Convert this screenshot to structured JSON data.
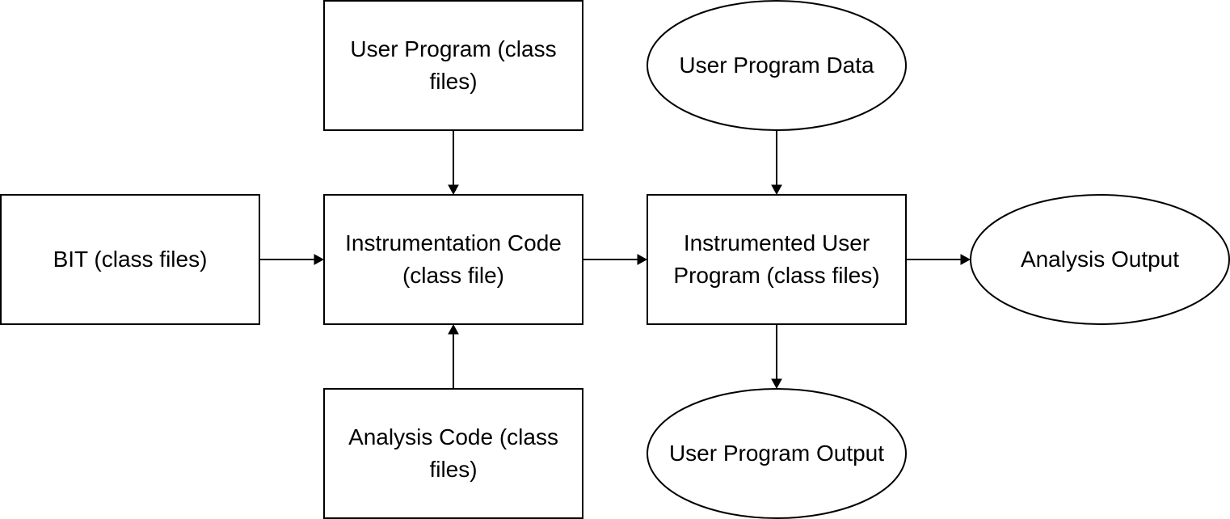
{
  "nodes": {
    "user_program": "User Program (class files)",
    "user_program_data": "User Program Data",
    "bit": "BIT (class files)",
    "instrumentation_code": "Instrumentation Code (class file)",
    "instrumented_user_program": "Instrumented User Program (class files)",
    "analysis_output": "Analysis Output",
    "analysis_code": "Analysis Code (class files)",
    "user_program_output": "User Program Output"
  },
  "edges": [
    {
      "from": "user_program",
      "to": "instrumentation_code"
    },
    {
      "from": "bit",
      "to": "instrumentation_code"
    },
    {
      "from": "analysis_code",
      "to": "instrumentation_code"
    },
    {
      "from": "instrumentation_code",
      "to": "instrumented_user_program"
    },
    {
      "from": "user_program_data",
      "to": "instrumented_user_program"
    },
    {
      "from": "instrumented_user_program",
      "to": "analysis_output"
    },
    {
      "from": "instrumented_user_program",
      "to": "user_program_output"
    }
  ],
  "colors": {
    "stroke": "#000000",
    "fill": "#ffffff",
    "text": "#000000"
  }
}
